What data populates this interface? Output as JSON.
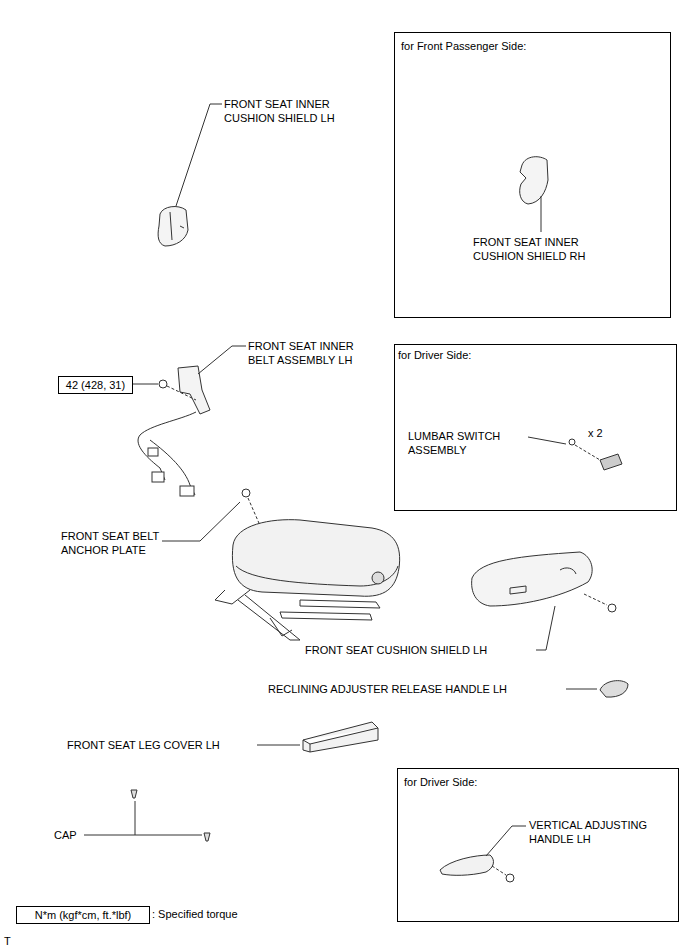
{
  "diagram": {
    "nodes": [
      {
        "text": [
          "for Front Passenger Side:"
        ]
      },
      {
        "text": [
          "42 (428, 31)"
        ]
      },
      {
        "text": [
          "for Driver Side:"
        ]
      },
      {
        "text": [
          "for Driver Side:"
        ]
      },
      {
        "text": [
          "N*m (kgf*cm, ft.*lbf)"
        ]
      }
    ],
    "labels": [
      "FRONT SEAT INNER CUSHION SHIELD LH",
      "FRONT SEAT INNER CUSHION SHIELD RH",
      "FRONT SEAT INNER BELT ASSEMBLY LH",
      "LUMBAR SWITCH ASSEMBLY",
      "x 2",
      "FRONT SEAT BELT ANCHOR PLATE",
      "FRONT SEAT CUSHION SHIELD LH",
      "RECLINING ADJUSTER RELEASE HANDLE LH",
      "FRONT SEAT LEG COVER LH",
      "CAP",
      "VERTICAL ADJUSTING HANDLE LH",
      "T"
    ],
    "legend": [
      {
        "text": ": Specified torque"
      }
    ]
  }
}
